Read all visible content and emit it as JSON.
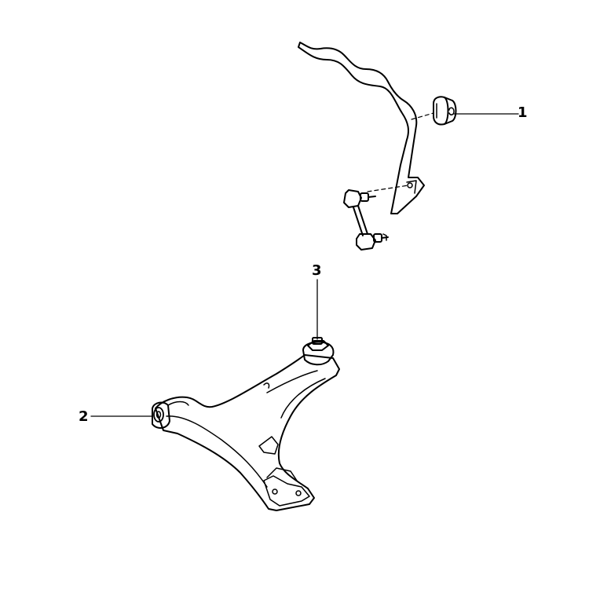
{
  "diagram": {
    "callouts": [
      {
        "number": "1",
        "part": "stabilizer-bar-bushing"
      },
      {
        "number": "2",
        "part": "lower-arm-bushing"
      },
      {
        "number": "3",
        "part": "lower-arm-ball-joint"
      }
    ],
    "colors": {
      "line": "#000000",
      "background": "#ffffff"
    }
  }
}
